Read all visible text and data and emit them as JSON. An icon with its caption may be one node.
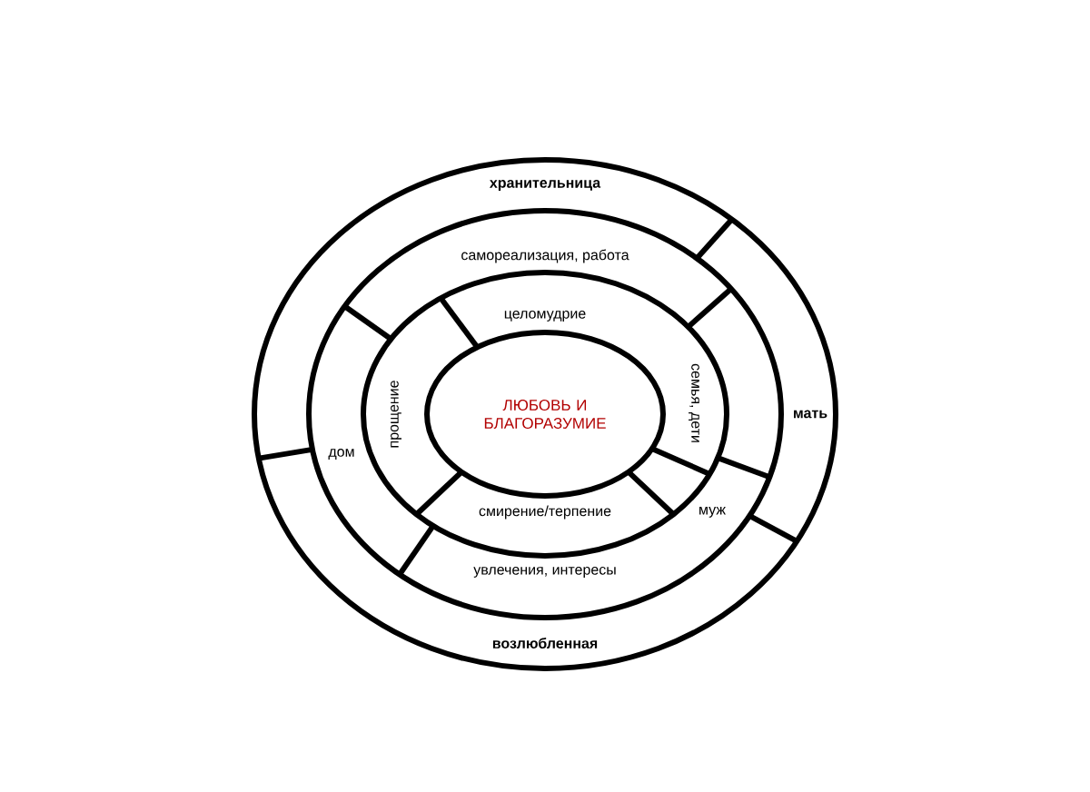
{
  "diagram": {
    "nodes": [
      {
        "text": [
          "хранительница",
          "мать",
          "возлюбленная"
        ]
      },
      {
        "text": [
          "самореализация, работа",
          "дом",
          "муж",
          "увлечения, интересы"
        ],
        "in": 0
      },
      {
        "text": [
          "целомудрие",
          "прощение",
          "семья, дети",
          "смирение/терпение"
        ],
        "in": 1
      },
      {
        "text": [
          "ЛЮБОВЬ И БЛАГОРАЗУМИЕ"
        ],
        "in": 2
      }
    ]
  }
}
